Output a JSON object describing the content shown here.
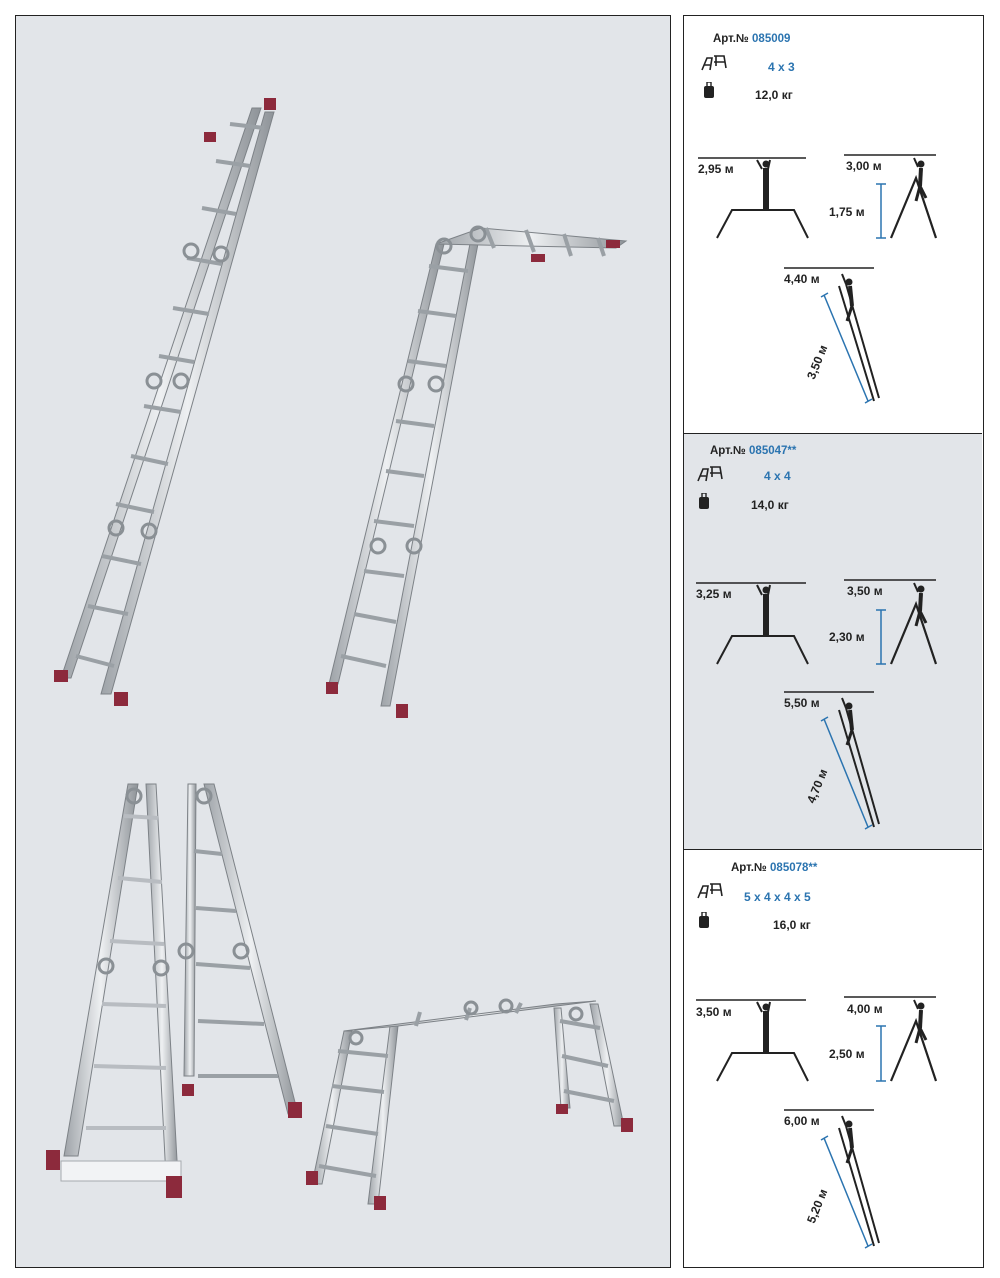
{
  "colors": {
    "panel_bg": "#e2e5e9",
    "accent_blue": "#2b74b0",
    "foot_caps": "#8c2a3c",
    "rail": "#c9ccd0"
  },
  "icons": {
    "configuration": "ladder-config-icon",
    "weight": "weight-icon"
  },
  "art_label": "Арт.№",
  "specs": [
    {
      "article": "085009",
      "config": "4 x 3",
      "weight": "12,0 кг",
      "platform_height": "2,95 м",
      "stepladder_reach": "3,00 м",
      "stepladder_height": "1,75 м",
      "leaning_reach": "4,40 м",
      "leaning_length": "3,50 м"
    },
    {
      "article": "085047**",
      "config": "4 x 4",
      "weight": "14,0 кг",
      "platform_height": "3,25 м",
      "stepladder_reach": "3,50 м",
      "stepladder_height": "2,30 м",
      "leaning_reach": "5,50 м",
      "leaning_length": "4,70 м"
    },
    {
      "article": "085078**",
      "config": "5 x 4 x 4 x 5",
      "weight": "16,0 кг",
      "platform_height": "3,50 м",
      "stepladder_reach": "4,00 м",
      "stepladder_height": "2,50 м",
      "leaning_reach": "6,00 м",
      "leaning_length": "5,20 м"
    }
  ]
}
